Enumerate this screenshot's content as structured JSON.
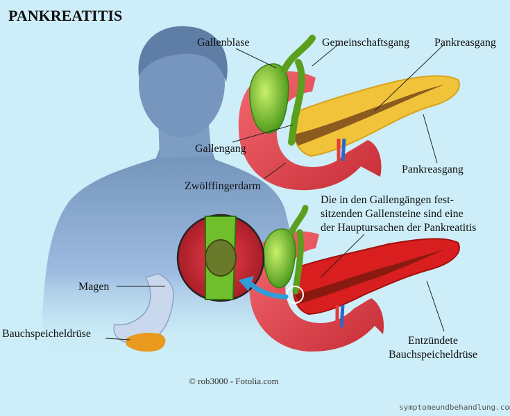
{
  "title": "PANKREATITIS",
  "labels": {
    "gallbladder": "Gallenblase",
    "common_duct": "Gemeinschaftsgang",
    "pancreatic_duct_top": "Pankreasgang",
    "bile_duct": "Gallengang",
    "pancreatic_duct_lower": "Pankreasgang",
    "duodenum": "Zwölffingerdarm",
    "stomach": "Magen",
    "pancreas": "Bauchspeicheldrüse",
    "inflamed_line1": "Entzündete",
    "inflamed_line2": "Bauchspeicheldrüse"
  },
  "caption": {
    "line1": "Die in den Gallengängen fest-",
    "line2": "sitzenden Gallensteine sind eine",
    "line3": "der Hauptursachen der Pankreatitis"
  },
  "copyright": "© rob3000 - Fotolia.com",
  "watermark": "symptomeundbehandlung.com",
  "colors": {
    "background": "#cdeef8",
    "body_silhouette": "#7f9fc2",
    "duodenum": "#e8474f",
    "gallbladder": "#6db52a",
    "pancreas_healthy": "#f0c33a",
    "pancreas_inflamed": "#d81e1e",
    "arrow": "#2f9ed8"
  }
}
